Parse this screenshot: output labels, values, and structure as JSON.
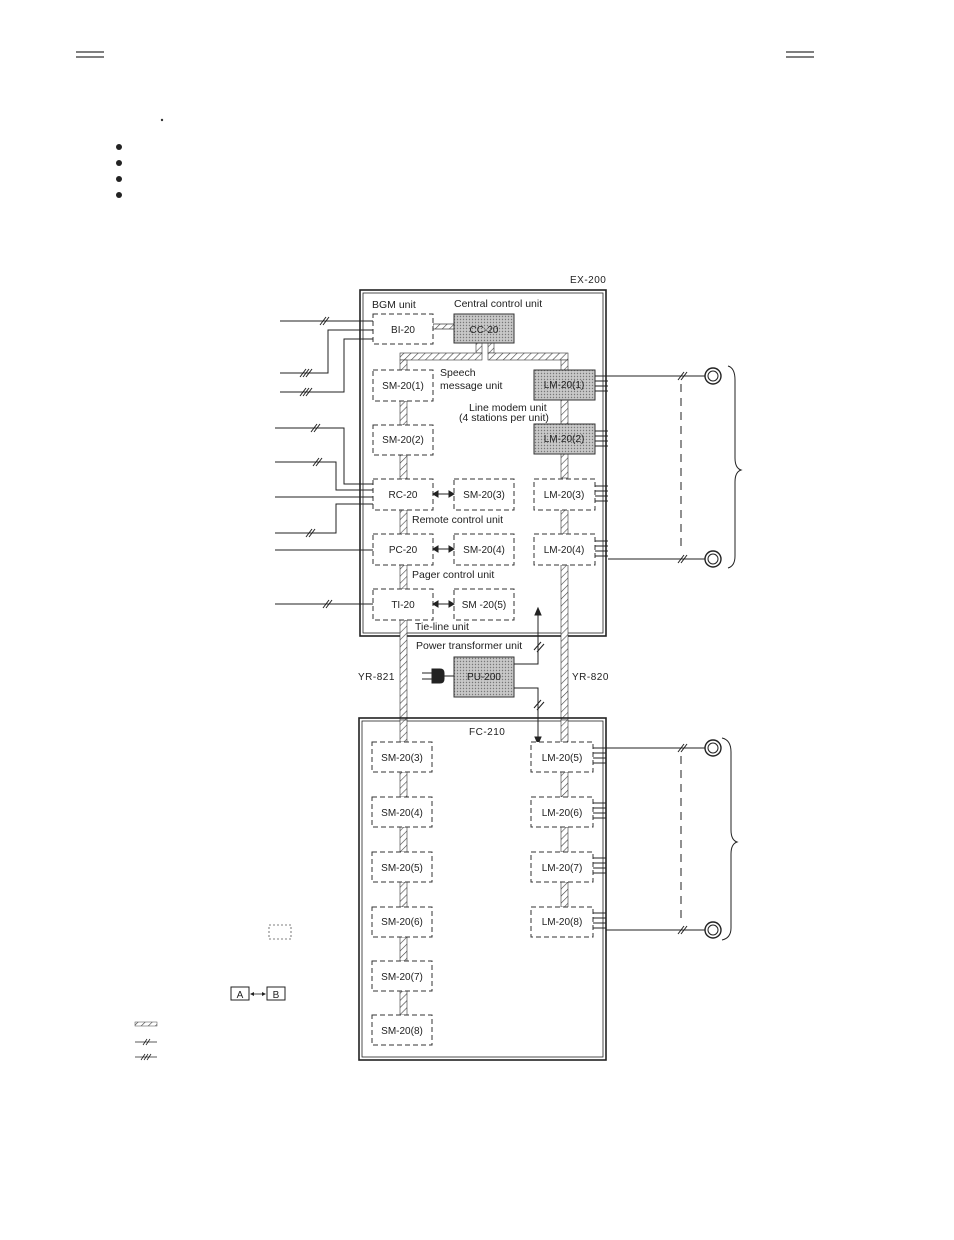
{
  "cabinets": {
    "top": "EX-200",
    "bottom": "FC-210"
  },
  "labels": {
    "bgm_unit": "BGM unit",
    "central_control_unit": "Central control unit",
    "speech_line1": "Speech",
    "speech_line2": "message unit",
    "line_modem_line1": "Line modem unit",
    "line_modem_line2": "(4 stations per unit)",
    "remote_control_unit": "Remote control unit",
    "pager_control_unit": "Pager control unit",
    "tie_line_unit": "Tie-line unit",
    "power_transformer_unit": "Power transformer unit",
    "cable_left": "YR-821",
    "cable_right": "YR-820"
  },
  "units": {
    "bi20": "BI-20",
    "cc20": "CC-20",
    "sm20_1": "SM-20(1)",
    "sm20_2": "SM-20(2)",
    "rc20": "RC-20",
    "pc20": "PC-20",
    "ti20": "TI-20",
    "sm20_3_top": "SM-20(3)",
    "sm20_4_top": "SM-20(4)",
    "sm20_5_top": "SM -20(5)",
    "lm20_1": "LM-20(1)",
    "lm20_2": "LM-20(2)",
    "lm20_3": "LM-20(3)",
    "lm20_4": "LM-20(4)",
    "pu200": "PU-200",
    "sm20_3": "SM-20(3)",
    "sm20_4": "SM-20(4)",
    "sm20_5": "SM-20(5)",
    "sm20_6": "SM-20(6)",
    "sm20_7": "SM-20(7)",
    "sm20_8": "SM-20(8)",
    "lm20_5": "LM-20(5)",
    "lm20_6": "LM-20(6)",
    "lm20_7": "LM-20(7)",
    "lm20_8": "LM-20(8)"
  },
  "legend": {
    "a": "A",
    "b": "B"
  }
}
